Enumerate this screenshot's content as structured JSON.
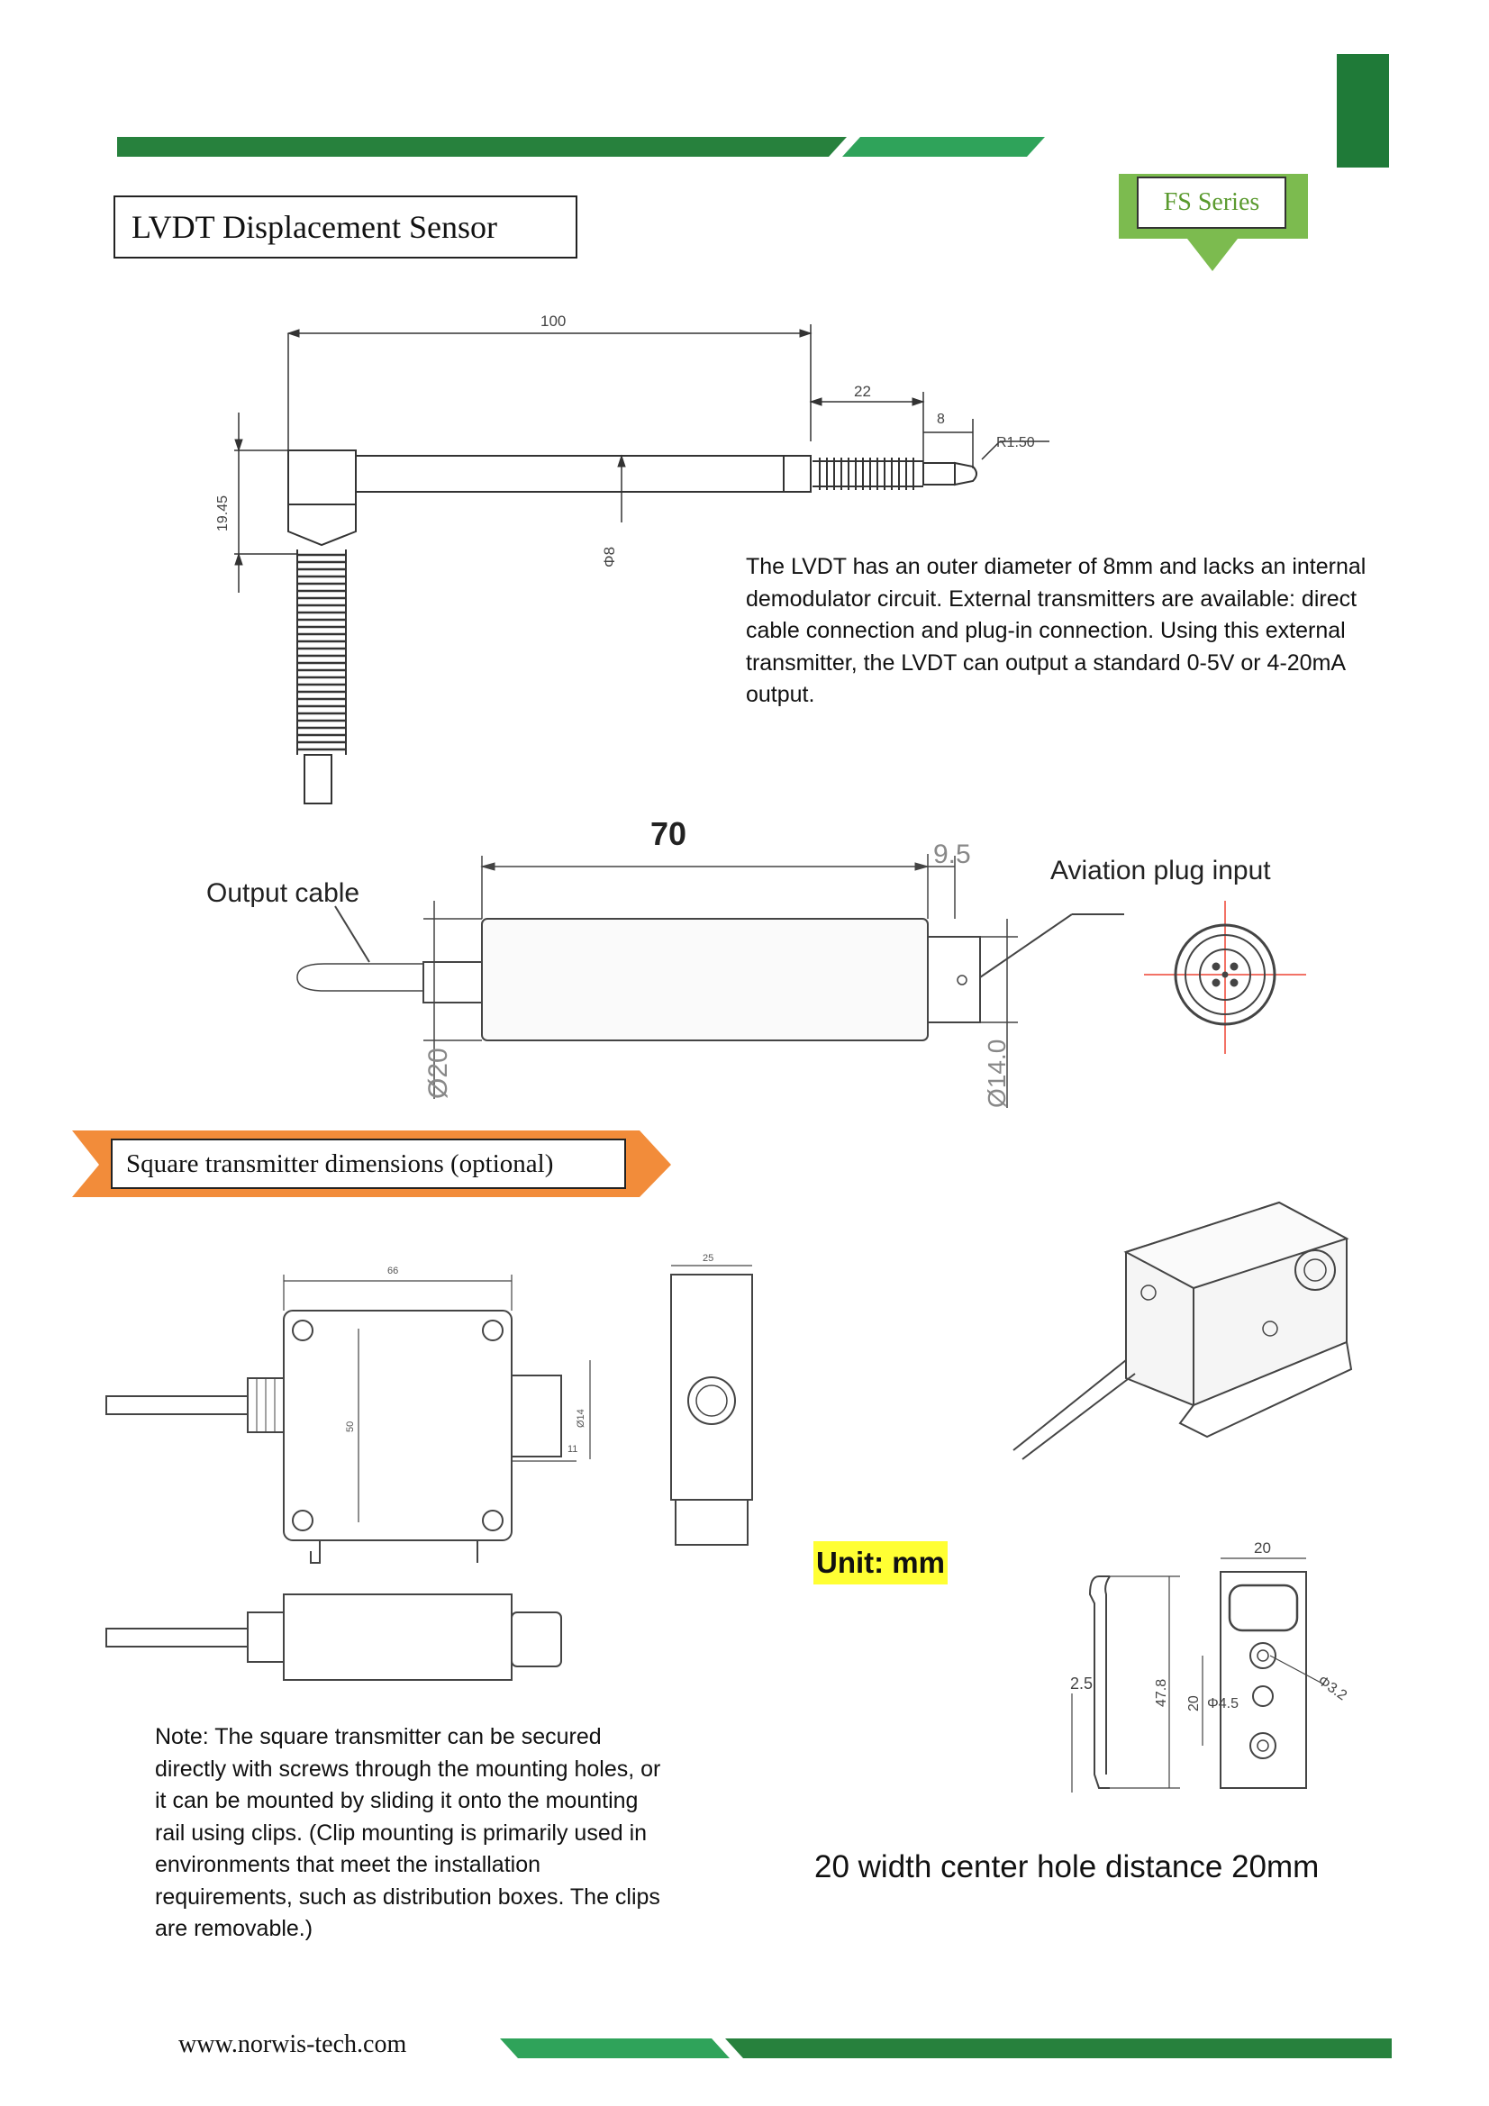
{
  "page": {
    "title": "LVDT Displacement Sensor",
    "series_label": "FS Series",
    "description": "The LVDT has an outer diameter of 8mm and lacks an internal demodulator circuit. External transmitters are available: direct cable connection and plug-in connection. Using this external transmitter, the LVDT can output a standard 0-5V or 4-20mA output.",
    "section_title": "Square transmitter dimensions (optional)",
    "note": "Note: The square transmitter can be secured directly with screws through the mounting holes, or it can be mounted by sliding it onto the mounting rail using clips. (Clip mounting is primarily used in environments that meet the installation requirements, such as distribution boxes. The clips are removable.)",
    "unit_label": "Unit: mm",
    "hole_distance_label": "20 width center hole distance 20mm",
    "website": "www.norwis-tech.com"
  },
  "sensor_drawing": {
    "dim_length": "100",
    "dim_spring": "22",
    "dim_tip": "8",
    "dim_radius": "R1.50",
    "dim_height": "19.45",
    "dim_diameter": "Φ8"
  },
  "transmitter_drawing": {
    "dim_length": "70",
    "dim_plug": "9.5",
    "dim_body_dia": "Ø20",
    "dim_plug_dia": "Ø14.0",
    "label_cable": "Output cable",
    "label_plug": "Aviation plug input"
  },
  "square_drawing": {
    "dim_width": "66",
    "dim_height": "50",
    "dim_plug_dia": "Ø14",
    "dim_plug_len": "11",
    "dim_depth": "25"
  },
  "clip_drawing": {
    "dim_width": "20",
    "dim_thickness": "2.5",
    "dim_clip_height": "47.8",
    "dim_hole_spacing": "20",
    "dim_hole_dia": "Φ4.5",
    "dim_small_hole": "Φ3.2"
  },
  "colors": {
    "green_dark": "#27813d",
    "green_light": "#2fa35a",
    "green_block": "#1f7a38",
    "orange": "#f28c3a",
    "highlight": "#ffff33",
    "series_green": "#7cbb4f"
  }
}
